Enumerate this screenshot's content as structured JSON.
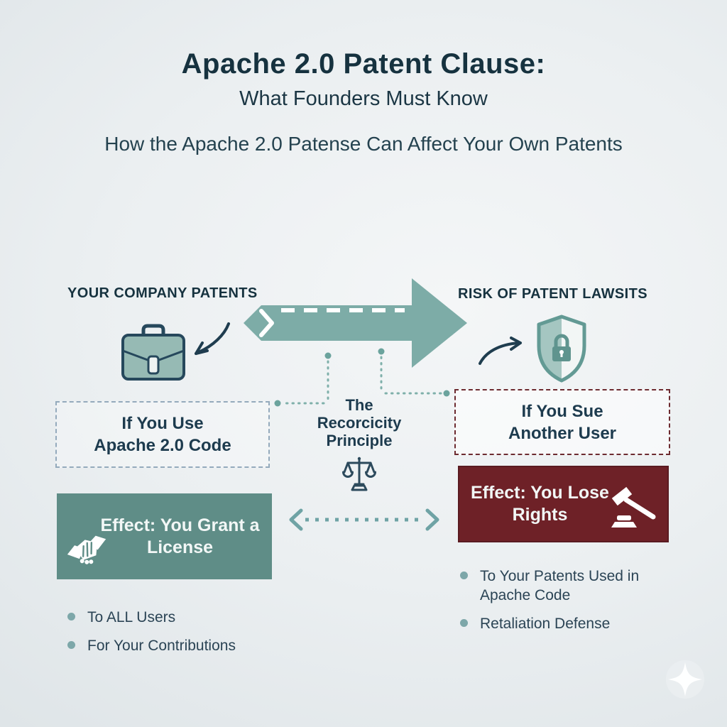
{
  "header": {
    "title": "Apache 2.0 Patent Clause:",
    "subtitle": "What Founders Must Know",
    "tagline": "How the Apache 2.0 Patense Can Affect Your Own Patents"
  },
  "left_column": {
    "header": "YOUR COMPANY PATENTS",
    "condition_box": {
      "line1": "If You Use",
      "line2": "Apache 2.0 Code"
    },
    "effect_box": {
      "line1": "Effect: You Grant a",
      "line2": "License"
    },
    "bullets": [
      "To ALL Users",
      "For Your Contributions"
    ]
  },
  "right_column": {
    "header": "RISK OF PATENT LAWSITS",
    "condition_box": {
      "line1": "If You Sue",
      "line2": "Another User"
    },
    "effect_box": {
      "line1": "Effect: You Lose",
      "line2": "Rights"
    },
    "bullets": [
      "To Your Patents Used in Apache Code",
      "Retaliation Defense"
    ]
  },
  "center": {
    "principle_line1": "The",
    "principle_line2": "Recorcicity",
    "principle_line3": "Principle"
  },
  "icons": {
    "company_patents": "briefcase-icon",
    "lawsuit_risk": "shield-lock-icon",
    "reciprocity": "scales-icon",
    "grant_license": "handshake-icon",
    "lose_rights": "gavel-icon",
    "flow": "big-right-arrow",
    "decoration": "sparkle-icon"
  },
  "colors": {
    "background_start": "#dfe5e8",
    "background_end": "#f4f6f7",
    "heading_navy": "#16323f",
    "body_navy": "#2b4455",
    "arrow_teal": "#7daca7",
    "icon_teal_fill": "#9dc2bc",
    "effect_grant_bg": "#5f8d87",
    "effect_lose_bg": "#6e2127",
    "condition_left_border": "#94aabc",
    "condition_right_border": "#6d2b30",
    "connector_teal": "#74a7a1",
    "bullet_dot": "#7da7a9"
  }
}
